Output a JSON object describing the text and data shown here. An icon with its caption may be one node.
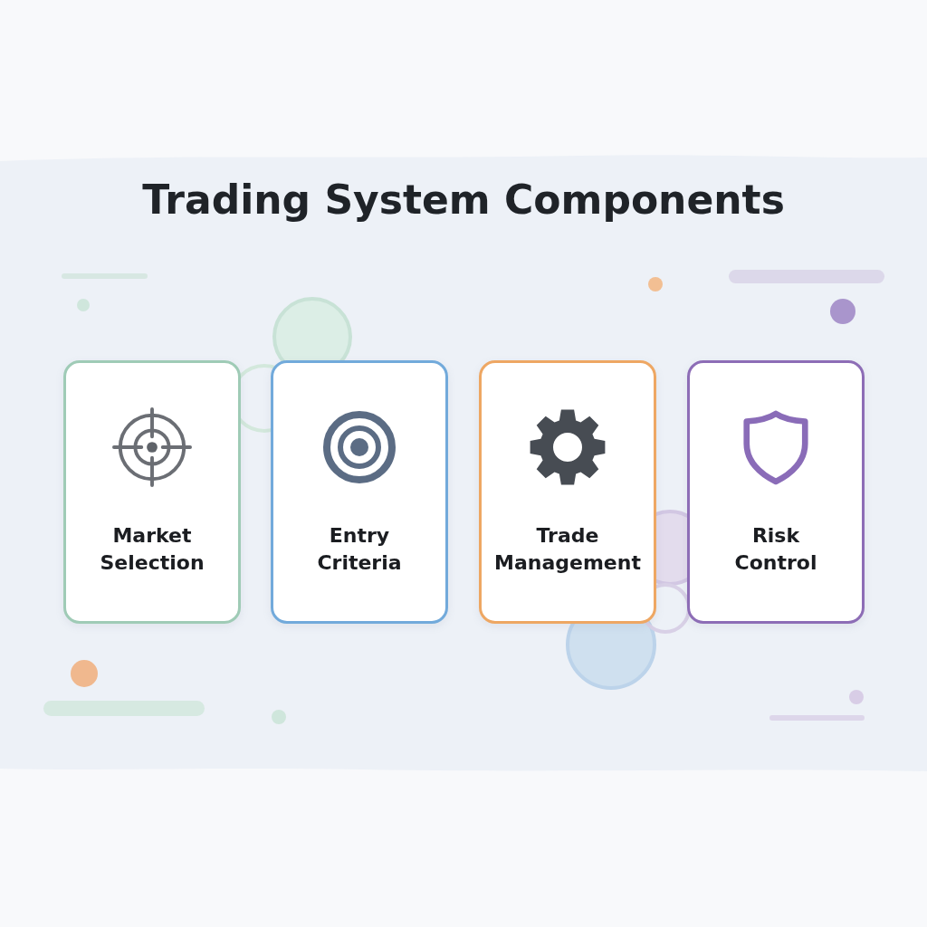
{
  "diagram": {
    "title": "Trading System Components",
    "nodes": [
      {
        "text": [
          "Market Selection"
        ]
      },
      {
        "text": [
          "Entry Criteria"
        ]
      },
      {
        "text": [
          "Trade Management"
        ]
      },
      {
        "text": [
          "Risk Control"
        ]
      }
    ]
  }
}
